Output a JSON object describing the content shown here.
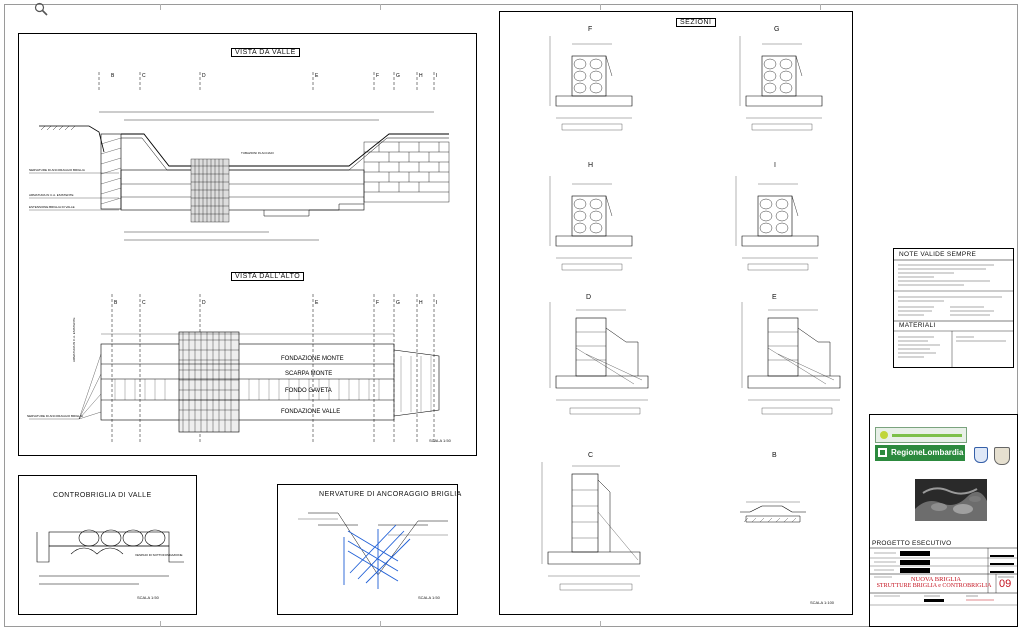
{
  "drawing": {
    "view_upstream": {
      "title": "VISTA DA VALLE"
    },
    "view_top": {
      "title": "VISTA DALL'ALTO",
      "scale": "SCALA 1:50"
    },
    "axis_labels": [
      "B",
      "C",
      "D",
      "E",
      "F",
      "G",
      "H",
      "I"
    ],
    "top_strips": [
      "FONDAZIONE MONTE",
      "SCARPA MONTE",
      "FONDO GAVETA",
      "FONDAZIONE VALLE"
    ],
    "counter_weir": {
      "title": "CONTROBRIGLIA DI VALLE",
      "scale": "SCALA 1:50"
    },
    "ribs": {
      "title": "NERVATURE DI ANCORAGGIO BRIGLIA",
      "scale": "SCALA 1:50"
    },
    "sections": {
      "title": "SEZIONI",
      "letters": [
        "F",
        "G",
        "H",
        "I",
        "D",
        "E",
        "C",
        "B"
      ],
      "scale": "SCALA 1:100"
    }
  },
  "notes": {
    "title": "NOTE VALIDE SEMPRE",
    "materials_title": "MATERIALI"
  },
  "title_block": {
    "region": "RegioneLombardia",
    "phase": "PROGETTO ESECUTIVO",
    "project_line1": "NUOVA BRIGLIA",
    "project_line2": "STRUTTURE BRIGLIA e CONTROBRIGLIA",
    "sheet_number": "09"
  },
  "colors": {
    "accent_red": "#c4121f",
    "region_green": "#2c8a3e",
    "rebar_blue": "#1f5fd6"
  },
  "icons": {
    "zoom": "magnifier-icon"
  }
}
